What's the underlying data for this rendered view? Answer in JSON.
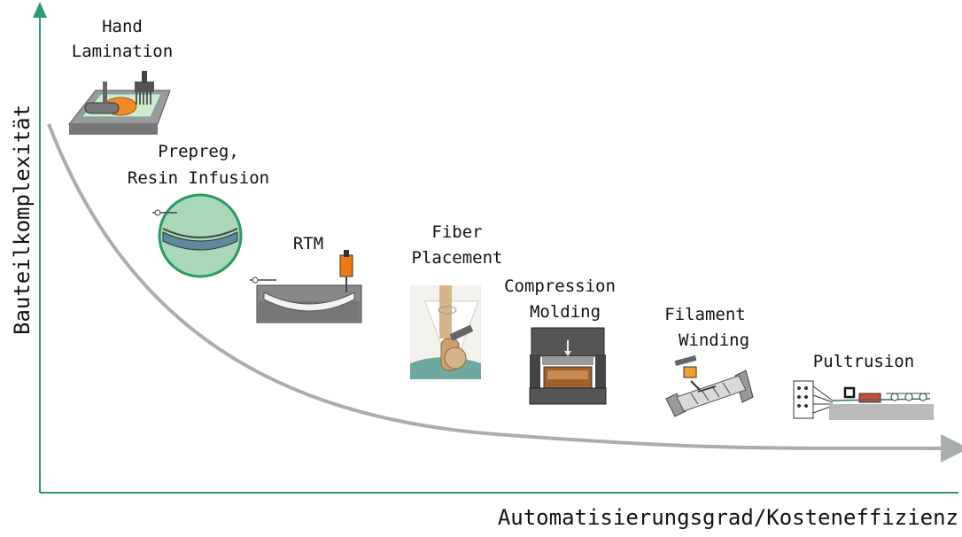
{
  "axes": {
    "y_label": "Bauteilkomplexität",
    "x_label": "Automatisierungsgrad/Kosteneffizienz",
    "axis_color": "#2a9a7a",
    "curve_color": "#a8aeab"
  },
  "processes": [
    {
      "id": "hand-lamination",
      "lines": [
        "Hand",
        "Lamination"
      ]
    },
    {
      "id": "prepreg-resin-infusion",
      "lines": [
        "Prepreg,",
        "Resin Infusion"
      ]
    },
    {
      "id": "rtm",
      "lines": [
        "RTM"
      ]
    },
    {
      "id": "fiber-placement",
      "lines": [
        "Fiber",
        "Placement"
      ]
    },
    {
      "id": "compression-molding",
      "lines": [
        "Compression",
        "Molding"
      ]
    },
    {
      "id": "filament-winding",
      "lines": [
        "Filament",
        "Winding"
      ]
    },
    {
      "id": "pultrusion",
      "lines": [
        "Pultrusion"
      ]
    }
  ]
}
